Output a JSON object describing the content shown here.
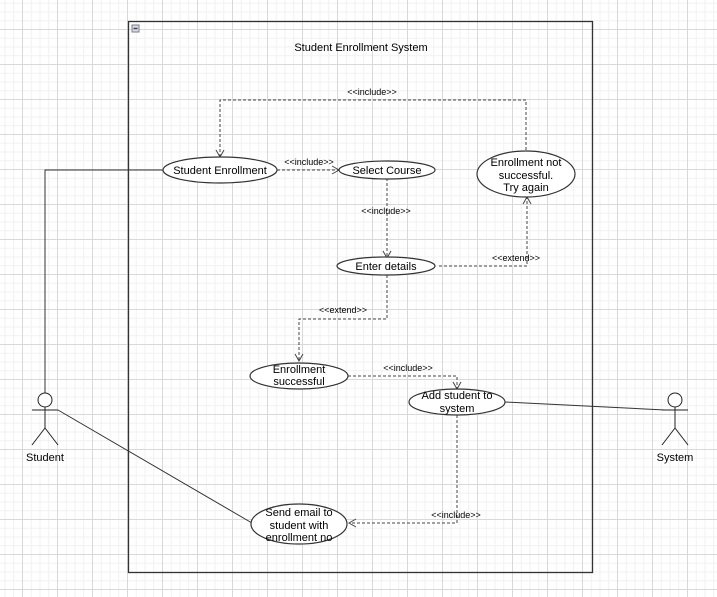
{
  "diagram": {
    "system_title": "Student Enrollment System",
    "collapse_icon": "minus-square-icon",
    "actors": [
      {
        "id": "student",
        "label": "Student"
      },
      {
        "id": "system",
        "label": "System"
      }
    ],
    "use_cases": [
      {
        "id": "student-enrollment",
        "lines": [
          "Student Enrollment"
        ]
      },
      {
        "id": "select-course",
        "lines": [
          "Select Course"
        ]
      },
      {
        "id": "enrollment-not-successful",
        "lines": [
          "Enrollment not",
          "successful.",
          "Try again"
        ]
      },
      {
        "id": "enter-details",
        "lines": [
          "Enter details"
        ]
      },
      {
        "id": "enrollment-successful",
        "lines": [
          "Enrollment",
          "successful"
        ]
      },
      {
        "id": "add-student",
        "lines": [
          "Add student to",
          "system"
        ]
      },
      {
        "id": "send-email",
        "lines": [
          "Send email to",
          "student with",
          "enrollment no"
        ]
      }
    ],
    "relations": [
      {
        "from": "enrollment-not-successful",
        "to": "student-enrollment",
        "stereotype": "<<include>>"
      },
      {
        "from": "student-enrollment",
        "to": "select-course",
        "stereotype": "<<include>>"
      },
      {
        "from": "select-course",
        "to": "enter-details",
        "stereotype": "<<include>>"
      },
      {
        "from": "enter-details",
        "to": "enrollment-not-successful",
        "stereotype": "<<extend>>"
      },
      {
        "from": "enter-details",
        "to": "enrollment-successful",
        "stereotype": "<<extend>>"
      },
      {
        "from": "enrollment-successful",
        "to": "add-student",
        "stereotype": "<<include>>"
      },
      {
        "from": "add-student",
        "to": "send-email",
        "stereotype": "<<include>>"
      }
    ],
    "associations": [
      {
        "actor": "student",
        "use_case": "student-enrollment"
      },
      {
        "actor": "student",
        "use_case": "send-email"
      },
      {
        "actor": "system",
        "use_case": "add-student"
      }
    ]
  }
}
